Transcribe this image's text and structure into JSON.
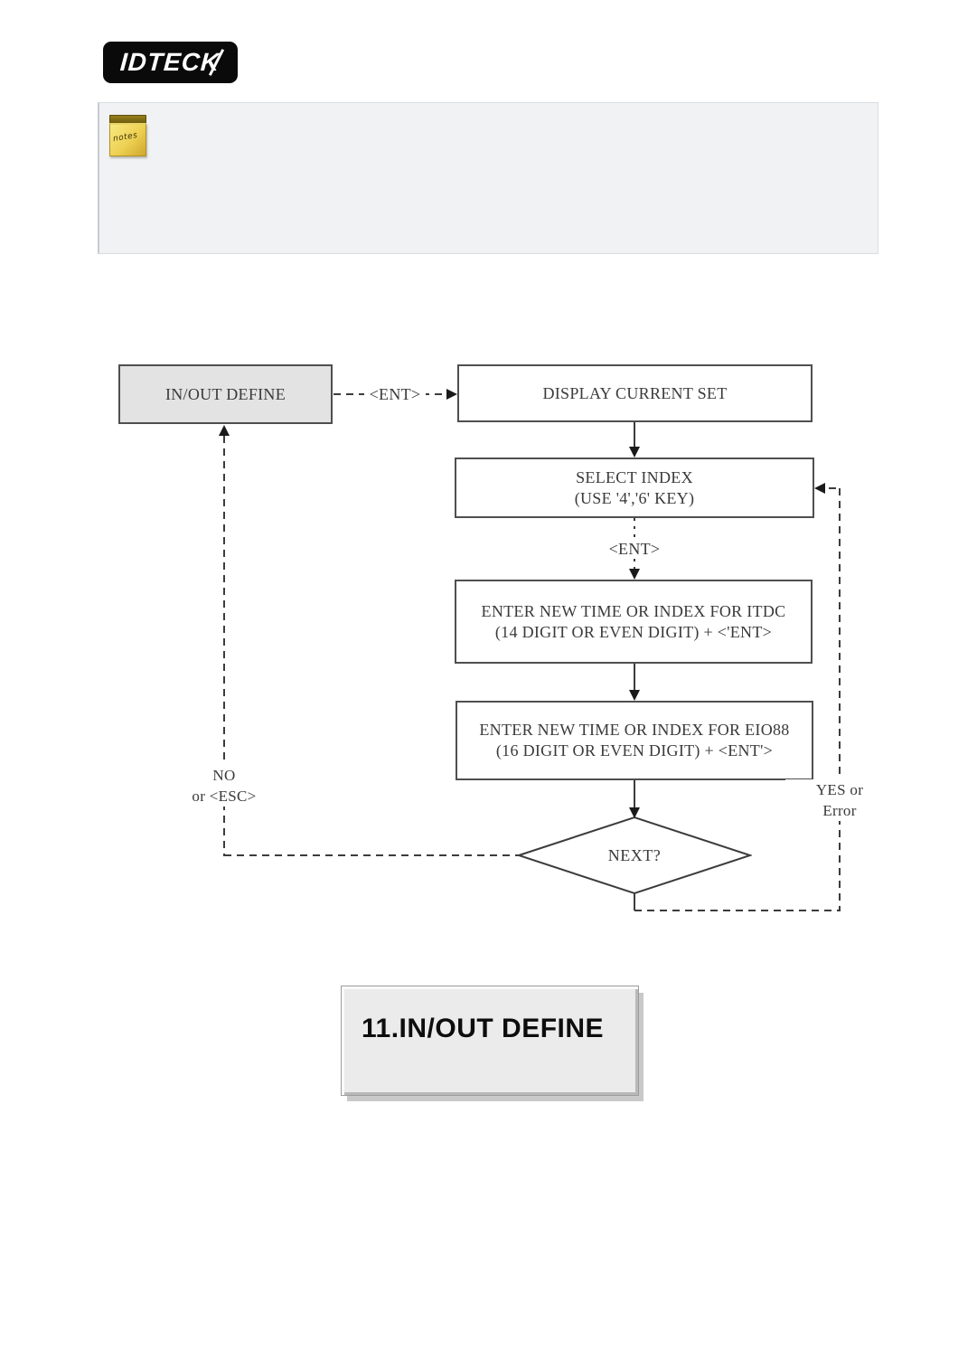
{
  "logo": {
    "text": "IDTECK"
  },
  "notes_panel": {
    "icon_label": "notes"
  },
  "flowchart": {
    "nodes": [
      {
        "id": "inout-define",
        "label": "IN/OUT DEFINE"
      },
      {
        "id": "display-current-set",
        "label": "DISPLAY CURRENT SET"
      },
      {
        "id": "select-index",
        "line1": "SELECT INDEX",
        "line2": "(USE '4','6' KEY)"
      },
      {
        "id": "enter-itdc",
        "line1": "ENTER NEW TIME OR INDEX FOR ITDC",
        "line2": "(14 DIGIT OR EVEN DIGIT) + <'ENT>"
      },
      {
        "id": "enter-eio88",
        "line1": "ENTER NEW TIME OR INDEX FOR EIO88",
        "line2": "(16 DIGIT OR EVEN DIGIT) + <ENT'>"
      },
      {
        "id": "next-decision",
        "label": "NEXT?"
      }
    ],
    "edge_labels": {
      "ent_to_display": "<ENT>",
      "ent_to_itdc": "<ENT>",
      "no_line1": "NO",
      "no_line2": "or <ESC>",
      "yes_line1": "YES or",
      "yes_line2": "Error"
    }
  },
  "lcd_display": {
    "text": "11.IN/OUT DEFINE"
  },
  "colors": {
    "flow_line": "#3c3c3c",
    "box_border": "#4f4f4f",
    "inout_fill": "#e3e3e3",
    "panel_bg": "#f1f2f3",
    "note_yellow": "#e6c43a",
    "logo_bg": "#0a0a0a",
    "lcd_bg": "#ebebeb"
  }
}
